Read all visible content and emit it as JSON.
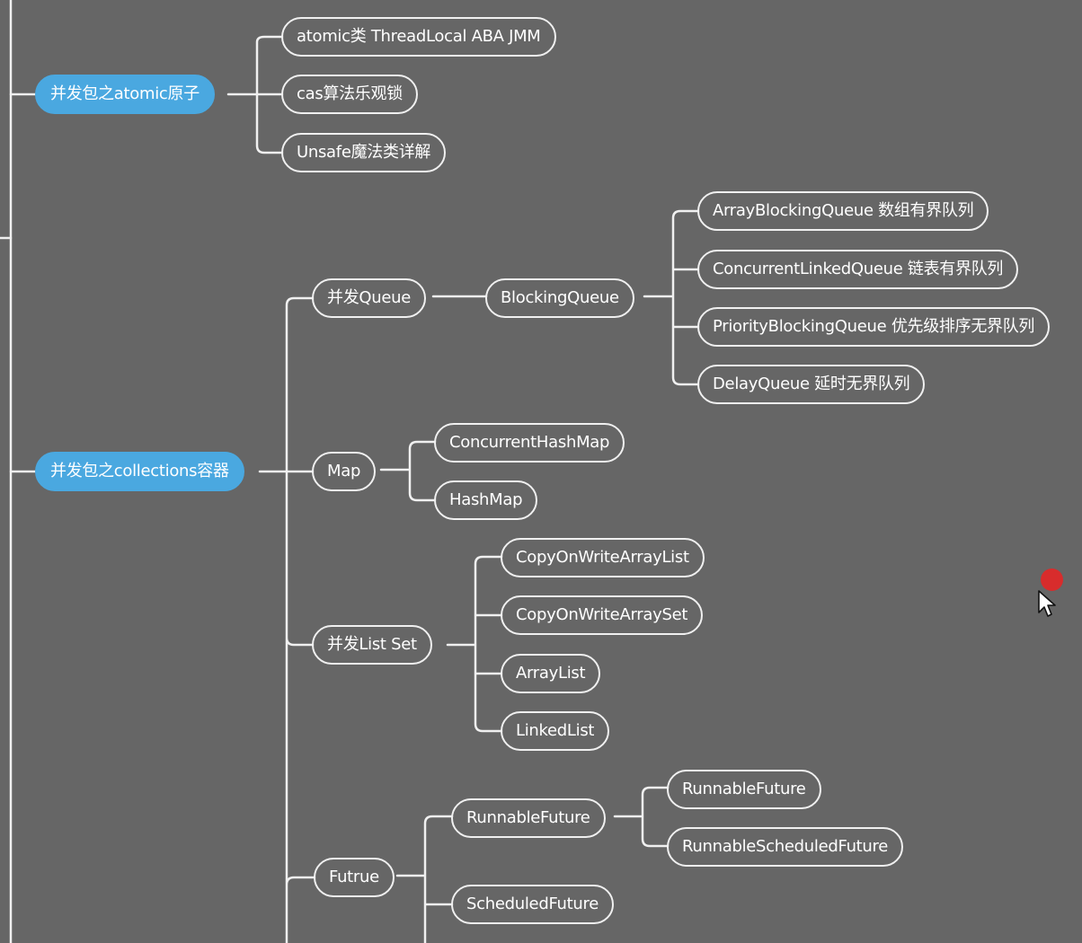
{
  "mindmap": {
    "branch_atomic": {
      "label": "并发包之atomic原子",
      "children": [
        "atomic类 ThreadLocal ABA JMM",
        "cas算法乐观锁",
        "Unsafe魔法类详解"
      ]
    },
    "branch_collections": {
      "label": "并发包之collections容器",
      "queue": {
        "label": "并发Queue",
        "blocking_queue": {
          "label": "BlockingQueue",
          "children": [
            "ArrayBlockingQueue 数组有界队列",
            "ConcurrentLinkedQueue 链表有界队列",
            "PriorityBlockingQueue 优先级排序无界队列",
            "DelayQueue 延时无界队列"
          ]
        }
      },
      "map": {
        "label": "Map",
        "children": [
          "ConcurrentHashMap",
          "HashMap"
        ]
      },
      "list_set": {
        "label": "并发List Set",
        "children": [
          "CopyOnWriteArrayList",
          "CopyOnWriteArraySet",
          "ArrayList",
          "LinkedList"
        ]
      },
      "future": {
        "label": "Futrue",
        "runnable_future": {
          "label": "RunnableFuture",
          "children": [
            "RunnableFuture",
            "RunnableScheduledFuture"
          ]
        },
        "scheduled_future": "ScheduledFuture"
      }
    }
  },
  "colors": {
    "background": "#666666",
    "root_fill": "#4aa8e0",
    "line": "#f0f0f0",
    "record_dot": "#d82c2c"
  }
}
